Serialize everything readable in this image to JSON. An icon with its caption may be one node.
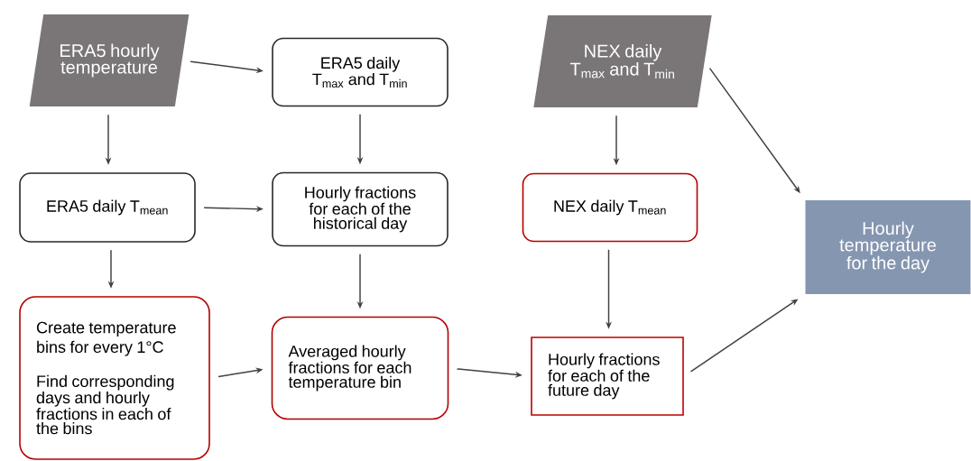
{
  "diagram": {
    "nodes": [
      {
        "text": [
          "ERA5 hourly temperature"
        ]
      },
      {
        "text": [
          "ERA5 daily T$_{max}$ and T$_{min}$"
        ]
      },
      {
        "text": [
          "NEX daily T$_{max}$ and T$_{min}$"
        ]
      },
      {
        "text": [
          "ERA5 daily T$_{mean}$"
        ]
      },
      {
        "text": [
          "Hourly fractions for each of the historical day"
        ]
      },
      {
        "text": [
          "NEX daily T$_{mean}$"
        ]
      },
      {
        "text": [
          "Hourly temperature for the day"
        ]
      },
      {
        "text": [
          "Create temperature bins for every 1°C",
          "Find corresponding days and hourly fractions in each of the bins"
        ]
      },
      {
        "text": [
          "Averaged hourly fractions for each temperature bin"
        ]
      },
      {
        "text": [
          "Hourly fractions for each of the future day"
        ]
      }
    ],
    "edges": [
      {
        "from": 0,
        "to": 1,
        "arrow": "to"
      },
      {
        "from": 0,
        "to": 3,
        "arrow": "to"
      },
      {
        "from": 1,
        "to": 4,
        "arrow": "to"
      },
      {
        "from": 2,
        "to": 5,
        "arrow": "to"
      },
      {
        "from": 2,
        "to": 6,
        "arrow": "to"
      },
      {
        "from": 3,
        "to": 4,
        "arrow": "to"
      },
      {
        "from": 3,
        "to": 7,
        "arrow": "to"
      },
      {
        "from": 4,
        "to": 8,
        "arrow": "to"
      },
      {
        "from": 7,
        "to": 8,
        "arrow": "to"
      },
      {
        "from": 8,
        "to": 9,
        "arrow": "to"
      },
      {
        "from": 5,
        "to": 9,
        "arrow": "to"
      },
      {
        "from": 9,
        "to": 6,
        "arrow": "to"
      }
    ]
  }
}
